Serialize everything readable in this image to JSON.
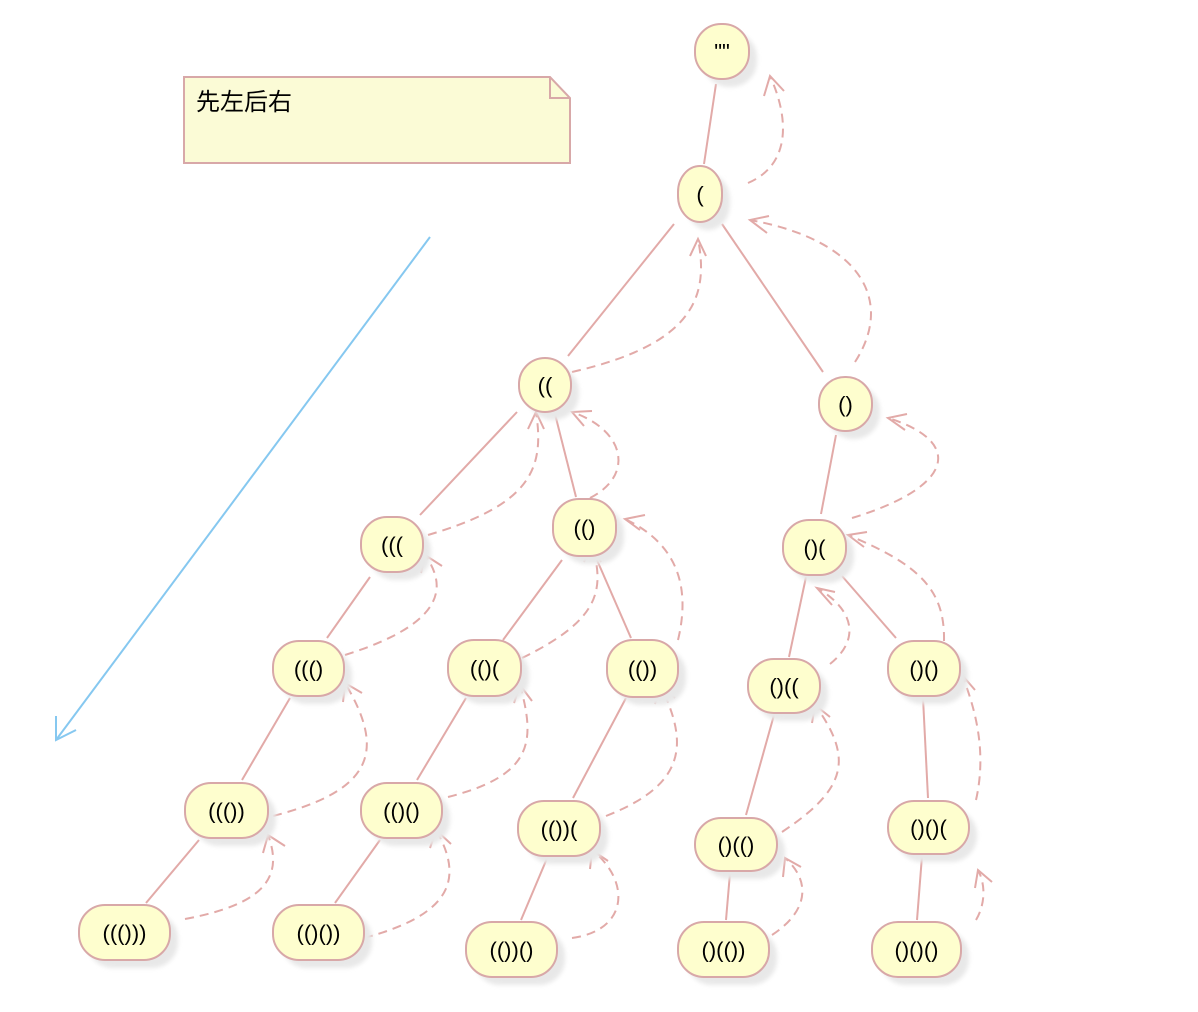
{
  "note": {
    "text": "先左后右"
  },
  "colors": {
    "node_fill": "#fefece",
    "node_stroke": "#d8a8a8",
    "edge": "#e2aaa8",
    "note_fill": "#fbfbd6",
    "note_stroke": "#d8a8a8",
    "direction_arrow": "#86c8f0",
    "shadow": "#e8e8e8"
  },
  "nodes": [
    {
      "id": "root",
      "label": "\"\""
    },
    {
      "id": "n1",
      "label": "("
    },
    {
      "id": "n2",
      "label": "(("
    },
    {
      "id": "n3",
      "label": "()"
    },
    {
      "id": "n4",
      "label": "((("
    },
    {
      "id": "n5",
      "label": "(()"
    },
    {
      "id": "n6",
      "label": "()("
    },
    {
      "id": "n7",
      "label": "((()"
    },
    {
      "id": "n8",
      "label": "(()("
    },
    {
      "id": "n9",
      "label": "(())"
    },
    {
      "id": "n10",
      "label": "()(("
    },
    {
      "id": "n11",
      "label": "()()"
    },
    {
      "id": "n12",
      "label": "((())"
    },
    {
      "id": "n13",
      "label": "(()()"
    },
    {
      "id": "n14",
      "label": "(())("
    },
    {
      "id": "n15",
      "label": "()(()"
    },
    {
      "id": "n16",
      "label": "()()("
    },
    {
      "id": "n17",
      "label": "((()))"
    },
    {
      "id": "n18",
      "label": "(()())"
    },
    {
      "id": "n19",
      "label": "(())()"
    },
    {
      "id": "n20",
      "label": "()(())"
    },
    {
      "id": "n21",
      "label": "()()()"
    }
  ]
}
